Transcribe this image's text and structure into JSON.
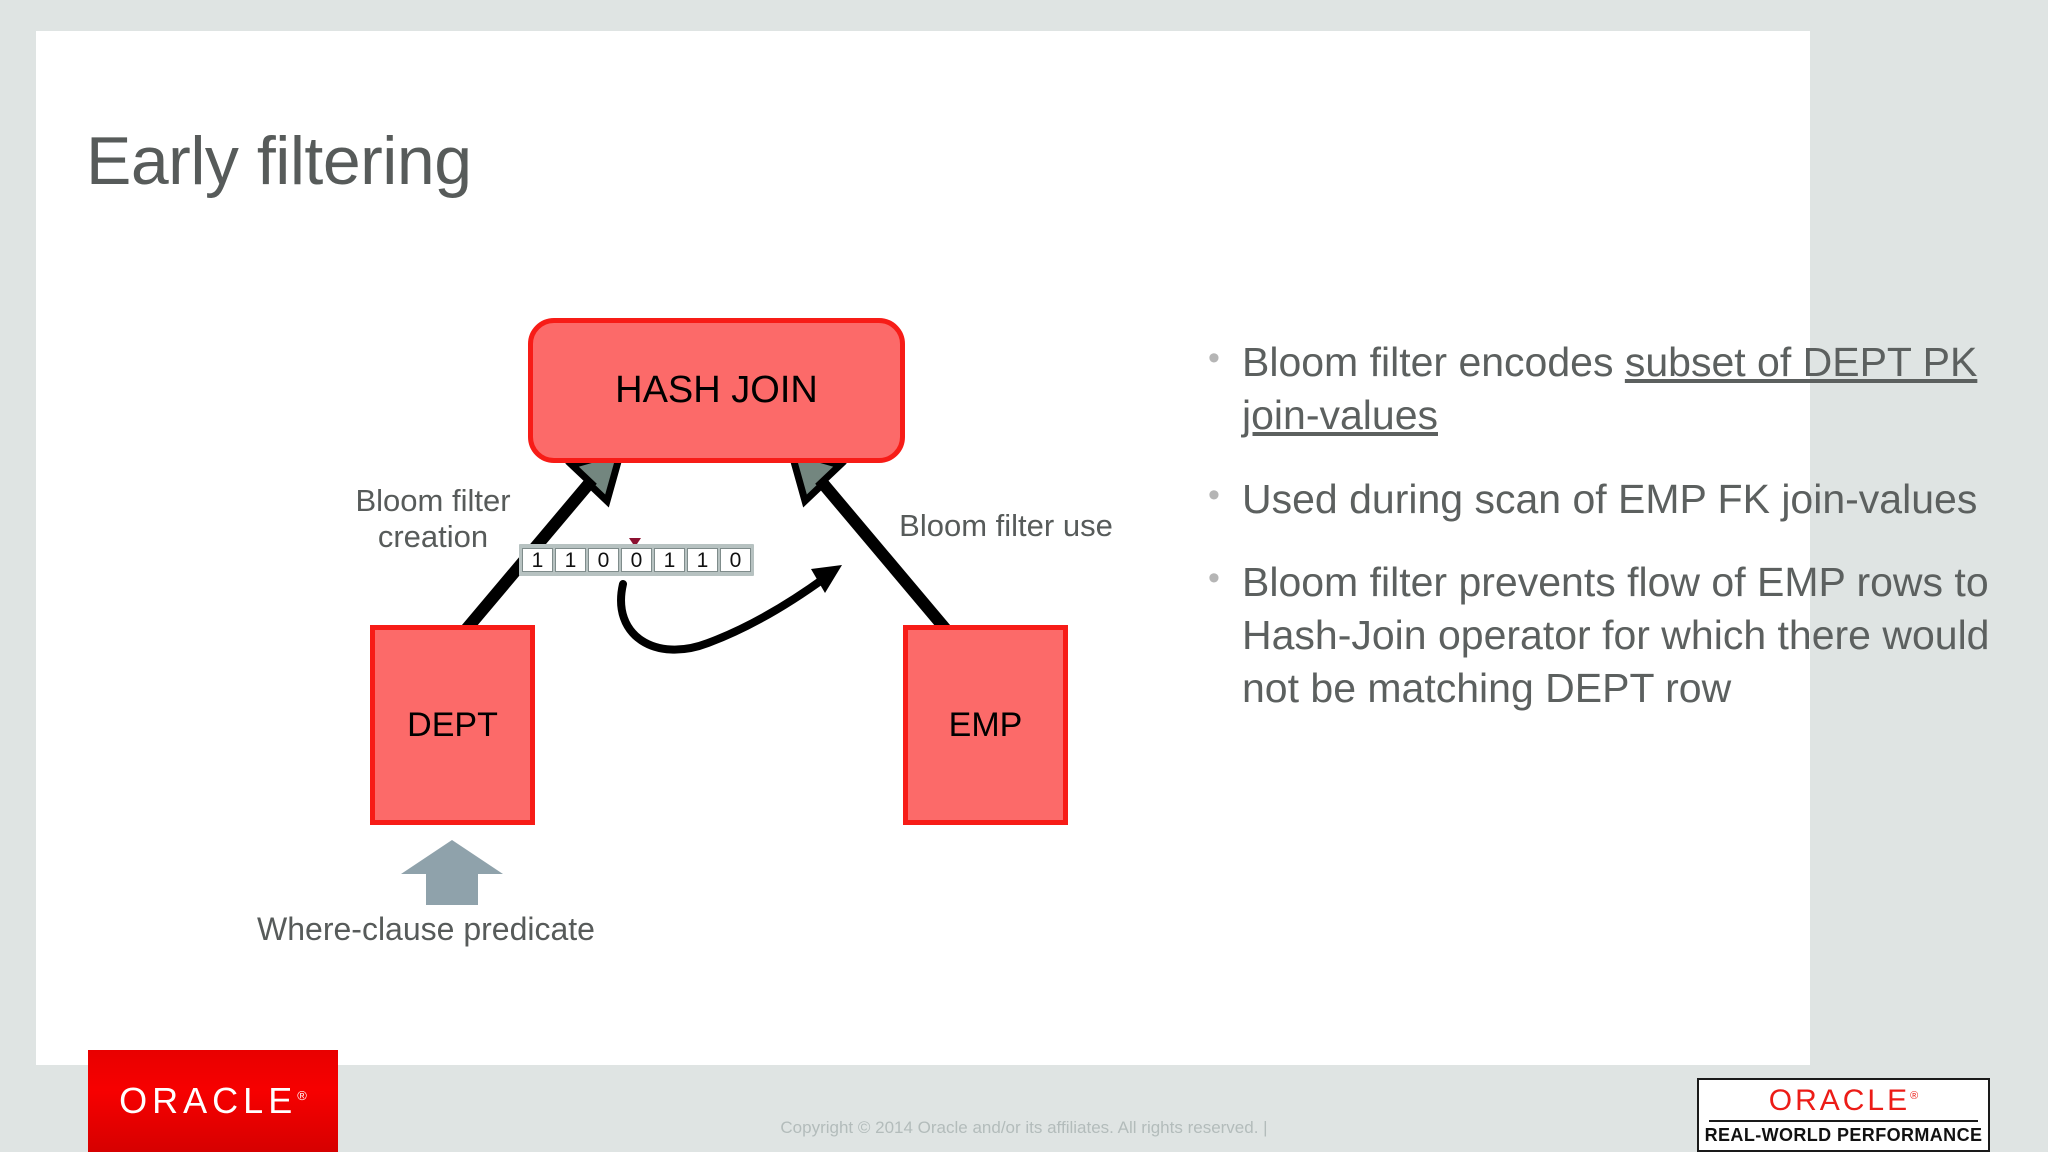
{
  "slide": {
    "title": "Early filtering",
    "background_color": "#dfe4e3",
    "canvas_color": "#ffffff"
  },
  "diagram": {
    "nodes": [
      {
        "id": "hash-join",
        "label": "HASH JOIN",
        "shape": "rounded-rect",
        "fill": "#fc6a69",
        "border": "#f71c17"
      },
      {
        "id": "dept",
        "label": "DEPT",
        "shape": "rect",
        "fill": "#fc6a69",
        "border": "#f71c17"
      },
      {
        "id": "emp",
        "label": "EMP",
        "shape": "rect",
        "fill": "#fc6a69",
        "border": "#f71c17"
      }
    ],
    "labels": {
      "bloom_filter_creation": "Bloom filter creation",
      "bloom_filter_use": "Bloom filter use",
      "where_clause_predicate": "Where-clause predicate"
    },
    "bit_vector": {
      "bits": [
        "1",
        "1",
        "0",
        "0",
        "1",
        "1",
        "0"
      ],
      "marker_index": 3,
      "marker_color": "#8c1030",
      "cell_fill": "#ffffff",
      "frame_fill": "#b7c2c1"
    },
    "arrow_color": "#73867f",
    "predicate_arrow_color": "#8fa2ab"
  },
  "bullets": [
    {
      "dot": "•",
      "prefix": "Bloom filter encodes ",
      "underlined": "subset of DEPT PK join-values",
      "suffix": ""
    },
    {
      "dot": "•",
      "prefix": "Used during scan of EMP FK join-values",
      "underlined": "",
      "suffix": ""
    },
    {
      "dot": "•",
      "prefix": "Bloom filter prevents flow of EMP rows to Hash-Join operator for which there would not be matching DEPT row",
      "underlined": "",
      "suffix": ""
    }
  ],
  "footer": {
    "copyright": "Copyright © 2014 Oracle and/or its affiliates. All rights reserved.  |",
    "oracle_logo_text": "ORACLE",
    "oracle_logo_mark": "®",
    "rwp_logo_word": "ORACLE",
    "rwp_logo_mark": "®",
    "rwp_tagline": "REAL-WORLD PERFORMANCE",
    "oracle_red": "#ed1c24"
  }
}
